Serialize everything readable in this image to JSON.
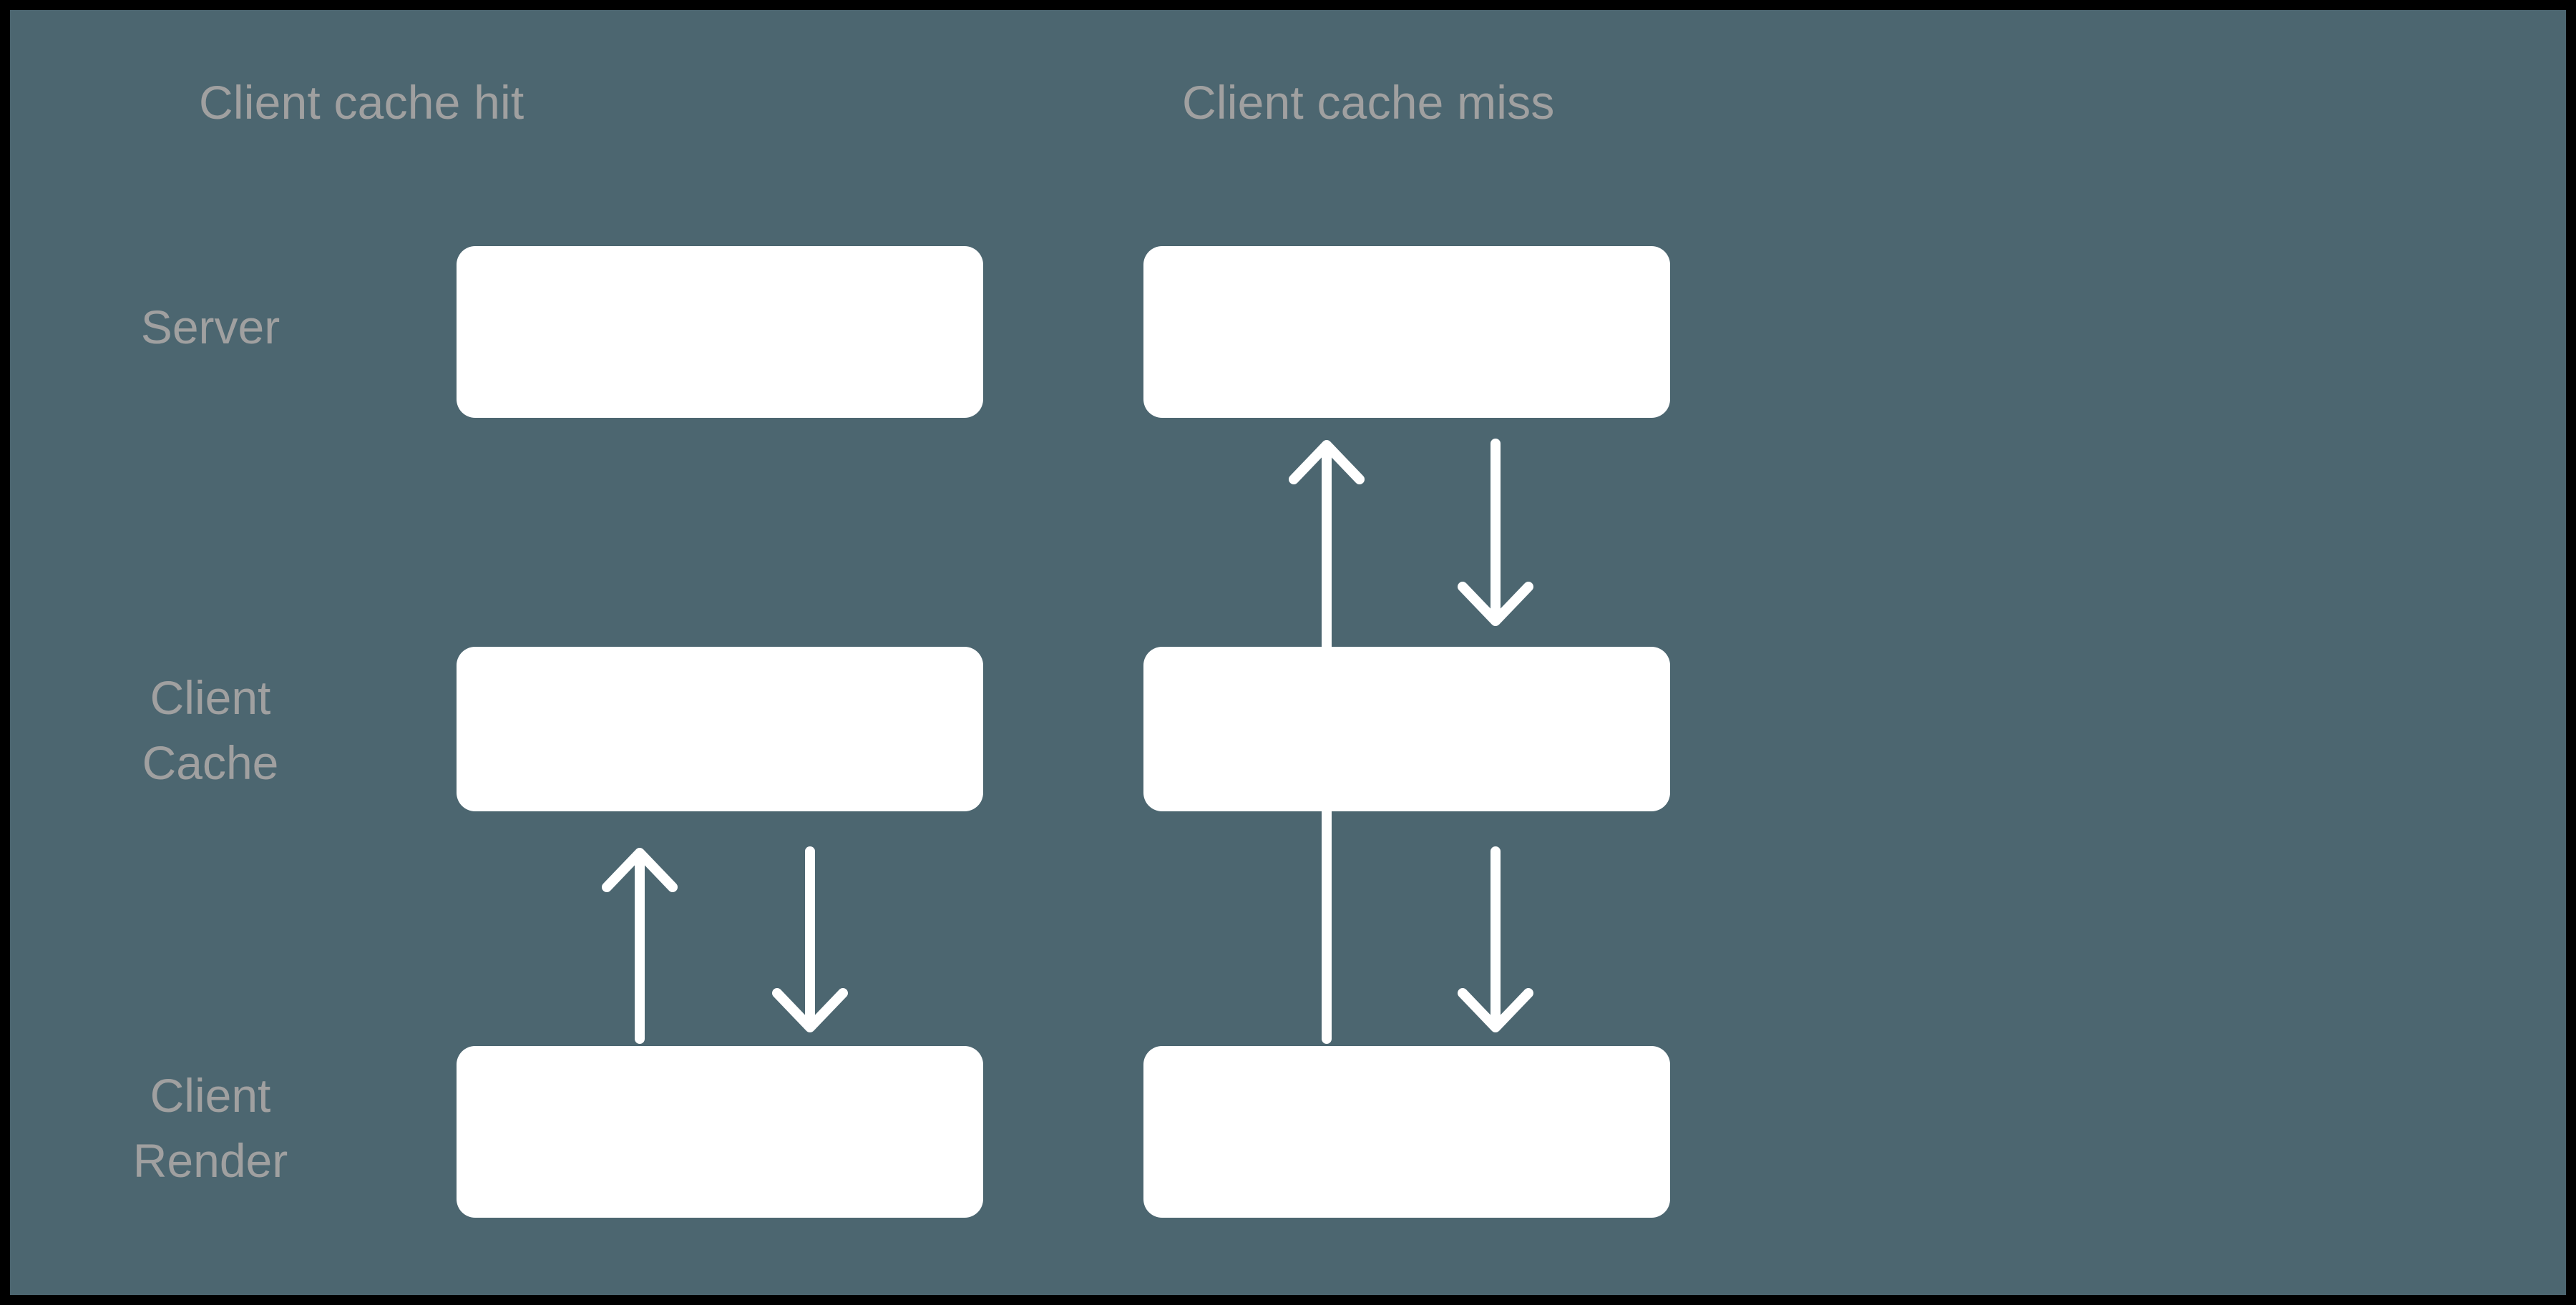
{
  "diagram": {
    "title_text": "",
    "background_color": "#4c6670",
    "frame_color": "#000000",
    "node_color": "#ffffff",
    "text_color": "#a0a0a0",
    "arrow_color": "#ffffff",
    "columns": [
      {
        "id": "cache-hit",
        "label": "Client cache hit"
      },
      {
        "id": "cache-miss",
        "label": "Client cache miss"
      }
    ],
    "rows": [
      {
        "id": "server",
        "label": "Server"
      },
      {
        "id": "client-cache",
        "label": "Client\nCache"
      },
      {
        "id": "client-render",
        "label": "Client\nRender"
      }
    ],
    "nodes": [
      {
        "id": "hit-server",
        "column": "cache-hit",
        "row": "server",
        "label": ""
      },
      {
        "id": "hit-cache",
        "column": "cache-hit",
        "row": "client-cache",
        "label": ""
      },
      {
        "id": "hit-render",
        "column": "cache-hit",
        "row": "client-render",
        "label": ""
      },
      {
        "id": "miss-server",
        "column": "cache-miss",
        "row": "server",
        "label": ""
      },
      {
        "id": "miss-cache",
        "column": "cache-miss",
        "row": "client-cache",
        "label": ""
      },
      {
        "id": "miss-render",
        "column": "cache-miss",
        "row": "client-render",
        "label": ""
      }
    ],
    "arrows": [
      {
        "id": "hit-render-to-cache",
        "column": "cache-hit",
        "from": "client-render",
        "to": "client-cache",
        "direction": "up",
        "label": ""
      },
      {
        "id": "hit-cache-to-render",
        "column": "cache-hit",
        "from": "client-cache",
        "to": "client-render",
        "direction": "down",
        "label": ""
      },
      {
        "id": "miss-render-to-server",
        "column": "cache-miss",
        "from": "client-render",
        "to": "server",
        "direction": "up",
        "label": ""
      },
      {
        "id": "miss-server-to-cache",
        "column": "cache-miss",
        "from": "server",
        "to": "client-cache",
        "direction": "down",
        "label": ""
      },
      {
        "id": "miss-cache-to-render",
        "column": "cache-miss",
        "from": "client-cache",
        "to": "client-render",
        "direction": "down",
        "label": ""
      }
    ]
  }
}
